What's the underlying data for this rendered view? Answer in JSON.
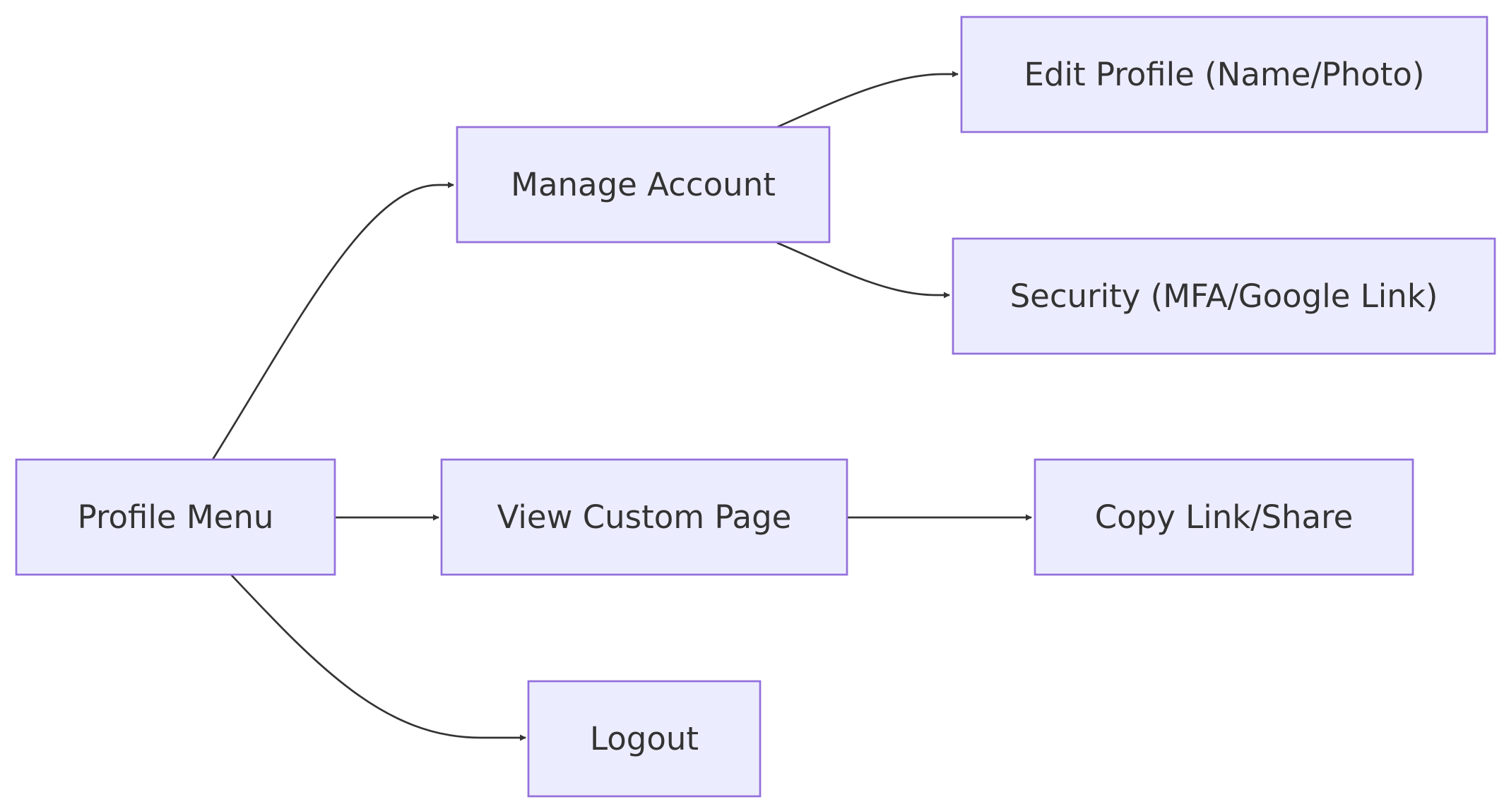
{
  "diagram": {
    "type": "flowchart",
    "colors": {
      "node_fill": "#ececff",
      "node_stroke": "#9370db",
      "edge": "#333333",
      "text": "#333333"
    },
    "nodes": {
      "profile_menu": "Profile Menu",
      "manage_account": "Manage Account",
      "view_custom_page": "View Custom Page",
      "logout": "Logout",
      "edit_profile": "Edit Profile (Name/Photo)",
      "security": "Security (MFA/Google Link)",
      "copy_link": "Copy Link/Share"
    },
    "edges": [
      {
        "from": "profile_menu",
        "to": "manage_account"
      },
      {
        "from": "profile_menu",
        "to": "view_custom_page"
      },
      {
        "from": "profile_menu",
        "to": "logout"
      },
      {
        "from": "manage_account",
        "to": "edit_profile"
      },
      {
        "from": "manage_account",
        "to": "security"
      },
      {
        "from": "view_custom_page",
        "to": "copy_link"
      }
    ]
  }
}
